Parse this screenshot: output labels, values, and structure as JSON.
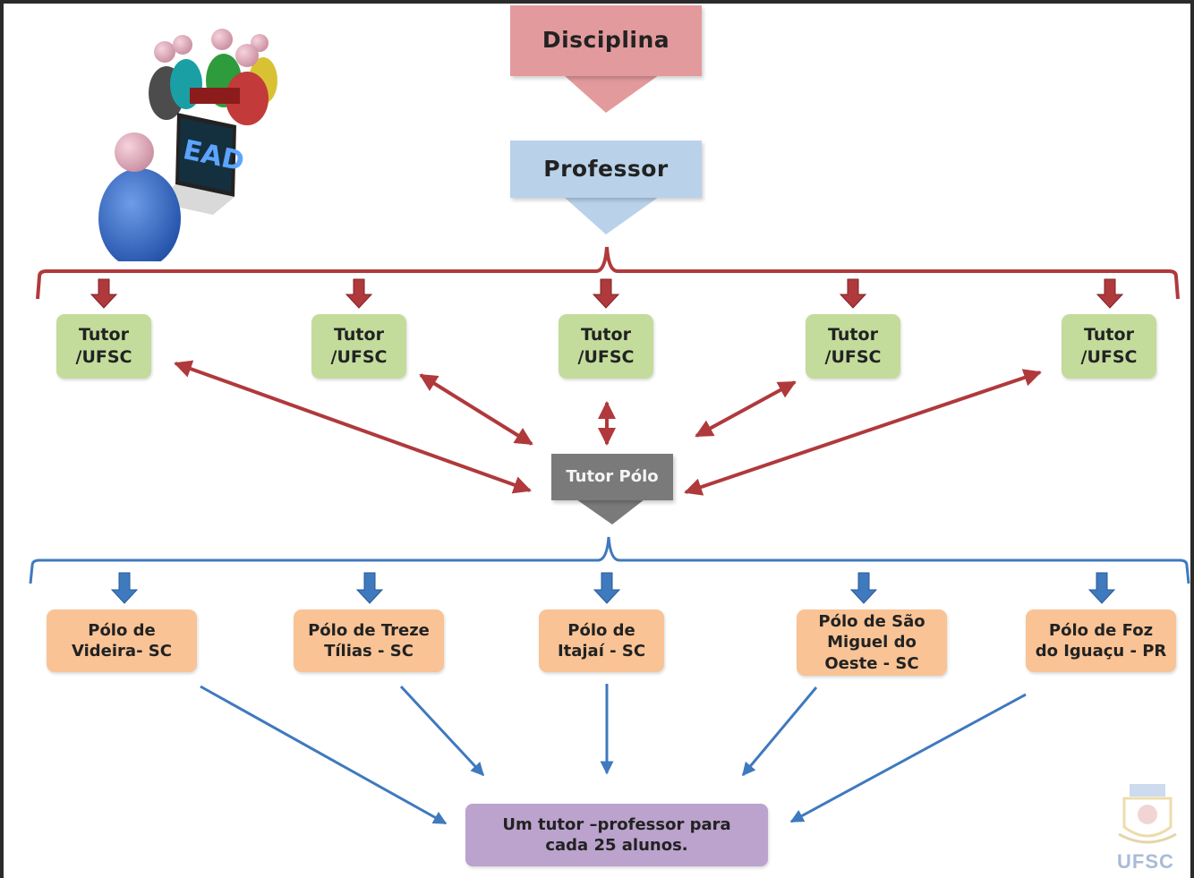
{
  "diagram": {
    "disciplina_label": "Disciplina",
    "professor_label": "Professor",
    "tutors": [
      {
        "label": "Tutor\n/UFSC"
      },
      {
        "label": "Tutor\n/UFSC"
      },
      {
        "label": "Tutor\n/UFSC"
      },
      {
        "label": "Tutor\n/UFSC"
      },
      {
        "label": "Tutor\n/UFSC"
      }
    ],
    "tutor_polo_label": "Tutor Pólo",
    "polos": [
      {
        "label": "Pólo de\nVideira-  SC"
      },
      {
        "label": "Pólo de Treze\nTílias -  SC"
      },
      {
        "label": "Pólo de\nItajaí - SC"
      },
      {
        "label": "Pólo de São\nMiguel do\nOeste - SC"
      },
      {
        "label": "Pólo de Foz\ndo Iguaçu - PR"
      }
    ],
    "result_label": "Um tutor –professor para\ncada 25 alunos."
  },
  "illustration": {
    "laptop_screen_text": "EAD"
  },
  "logo": {
    "text": "UFSC"
  },
  "colors": {
    "disciplina": "#e39a9c",
    "professor": "#b9d2ea",
    "tutor": "#c3dc9c",
    "tutor_polo": "#7a7a7a",
    "polo": "#f9c395",
    "result": "#bba3cd",
    "red_arrows": "#b0393c",
    "blue_arrows": "#3f79be"
  }
}
